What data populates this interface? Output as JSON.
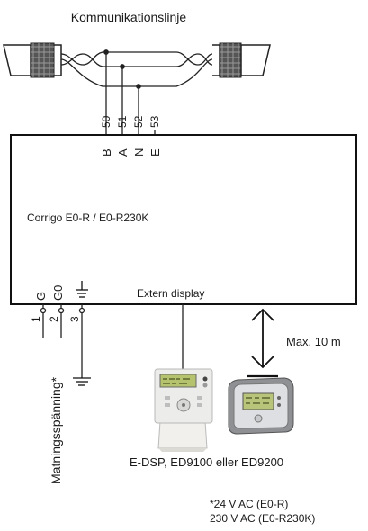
{
  "title": "Kommunikationslinje",
  "controller": {
    "name": "Corrigo E0-R / E0-R230K",
    "display_label": "Extern display"
  },
  "comm_terminals": [
    {
      "number": "50",
      "letter": "B"
    },
    {
      "number": "51",
      "letter": "A"
    },
    {
      "number": "52",
      "letter": "N"
    },
    {
      "number": "53",
      "letter": "E"
    }
  ],
  "power_terminals": [
    {
      "number": "1",
      "letter": "G"
    },
    {
      "number": "2",
      "letter": "G0"
    },
    {
      "number": "3",
      "letter": ""
    }
  ],
  "supply_label": "Matningsspänning*",
  "distance_label": "Max. 10 m",
  "display_caption": "E-DSP, ED9100 eller ED9200",
  "footnote": {
    "line1": "*24 V AC (E0-R)",
    "line2": "230 V AC (E0-R230K)"
  }
}
